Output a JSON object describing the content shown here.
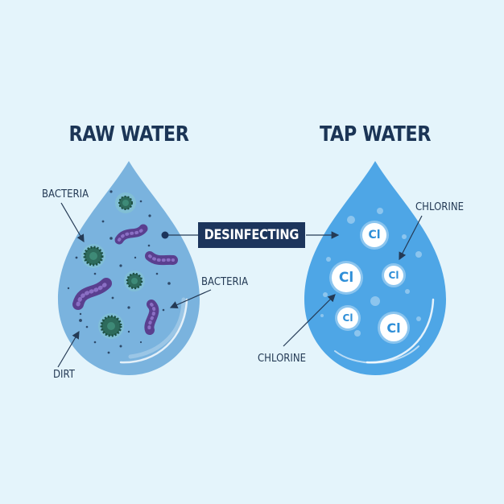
{
  "raw_water": {
    "title": "RAW WATER",
    "labels": {
      "bacteria_top": "BACTERIA",
      "bacteria_right": "BACTERIA",
      "dirt": "DIRT"
    }
  },
  "process": {
    "label": "DESINFECTING"
  },
  "tap_water": {
    "title": "TAP WATER",
    "labels": {
      "chlorine_top": "CHLORINE",
      "chlorine_bottom": "CHLORINE"
    },
    "chlorine_symbol": "Cl"
  },
  "colors": {
    "background": "#e4f4fb",
    "raw_drop": "#7ab3de",
    "tap_drop": "#4ea6e6",
    "title": "#1b3556",
    "badge": "#1c355c",
    "bacteria_green": "#2e6b5c",
    "bacteria_purple": "#5a3f8f"
  }
}
